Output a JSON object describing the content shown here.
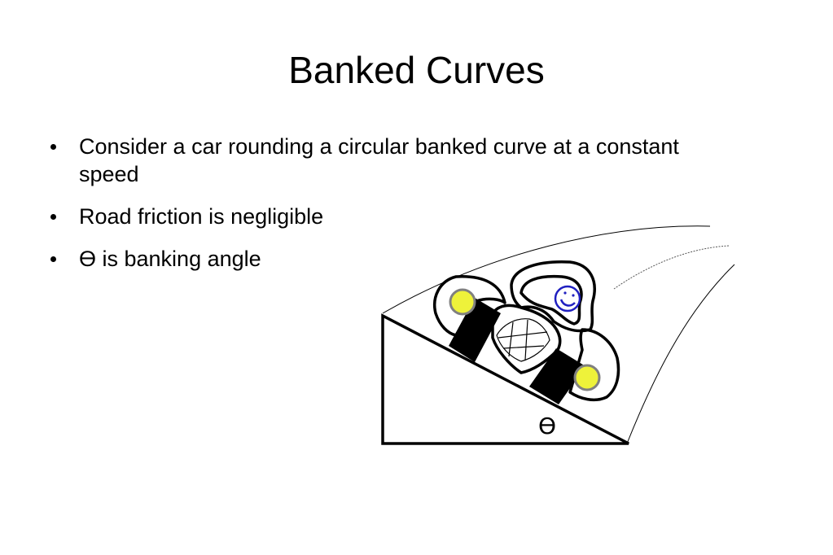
{
  "slide": {
    "title": "Banked Curves",
    "bullets": [
      {
        "text": "Consider a car rounding a circular banked curve at a constant speed"
      },
      {
        "text": "Road friction is negligible"
      },
      {
        "text": "ϴ is banking angle"
      }
    ]
  },
  "figure": {
    "angle_label": "ϴ",
    "colors": {
      "wheel_hub": "#eef23a",
      "wheel_hub_rim": "#808080",
      "tire": "#000000",
      "face": "#2020c0",
      "line": "#000000"
    },
    "icons": [
      "car-icon",
      "smiley-face-icon",
      "wheel-icon"
    ]
  }
}
